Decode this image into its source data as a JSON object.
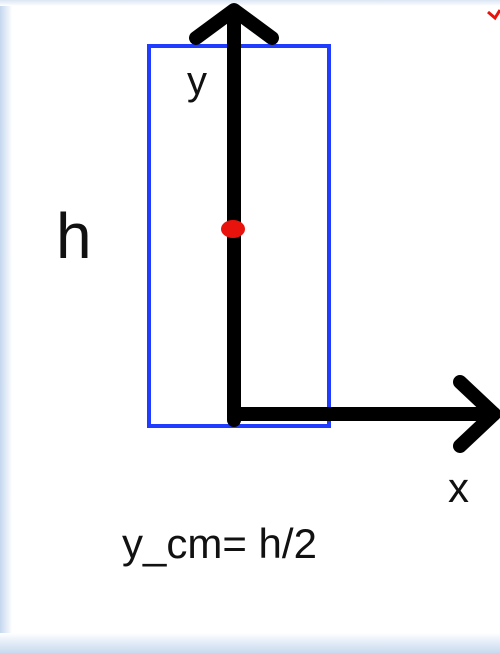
{
  "labels": {
    "y_axis": "y",
    "x_axis": "x",
    "height": "h",
    "formula": "y_cm= h/2"
  },
  "colors": {
    "rectangle": "#1f3cff",
    "axes": "#000000",
    "center_of_mass": "#e8130c",
    "text": "#111111"
  }
}
